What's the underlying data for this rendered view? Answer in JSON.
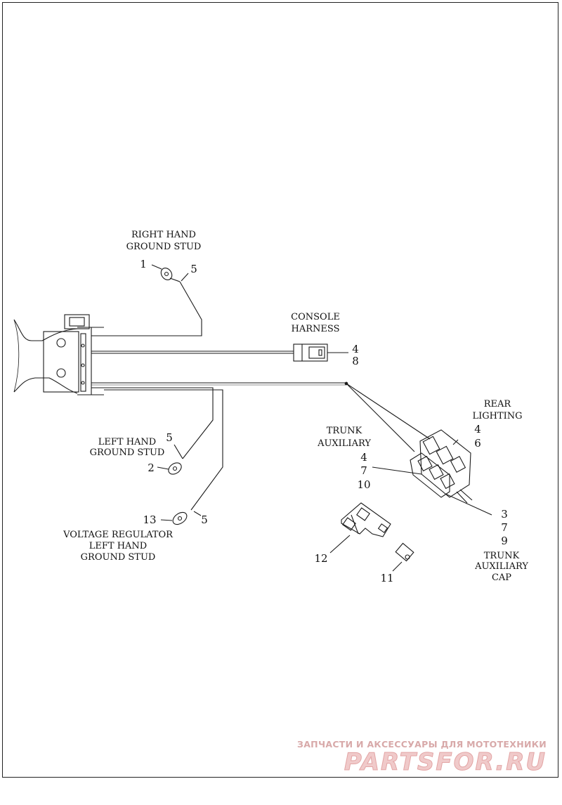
{
  "labels": {
    "right_hand_ground_stud": [
      "RIGHT HAND",
      "GROUND STUD"
    ],
    "console_harness": [
      "CONSOLE",
      "HARNESS"
    ],
    "rear_lighting": [
      "REAR",
      "LIGHTING"
    ],
    "trunk_auxiliary": [
      "TRUNK",
      "AUXILIARY"
    ],
    "left_hand_ground_stud": [
      "LEFT HAND",
      "GROUND STUD"
    ],
    "voltage_regulator": [
      "VOLTAGE REGULATOR",
      "LEFT HAND",
      "GROUND STUD"
    ],
    "trunk_auxiliary_cap": [
      "TRUNK",
      "AUXILIARY",
      "CAP"
    ]
  },
  "callouts": {
    "rh_ring": "1",
    "rh_wire": "5",
    "console_a": "4",
    "console_b": "8",
    "rear_a": "4",
    "rear_b": "6",
    "trunk_a": "4",
    "trunk_b": "7",
    "trunk_c": "10",
    "cap_a": "3",
    "cap_b": "7",
    "cap_c": "9",
    "lh_wire": "5",
    "lh_ring": "2",
    "vr_ring": "13",
    "vr_wire": "5",
    "bracket": "12",
    "terminal": "11"
  },
  "watermark": {
    "tagline": "ЗАПЧАСТИ И АКСЕССУАРЫ ДЛЯ МОТОТЕХНИКИ",
    "brand": "PARTSFOR.RU"
  },
  "colors": {
    "line": "#1a1a1a",
    "watermark_fill": "#f0caca",
    "watermark_text": "#d8a9a9"
  }
}
